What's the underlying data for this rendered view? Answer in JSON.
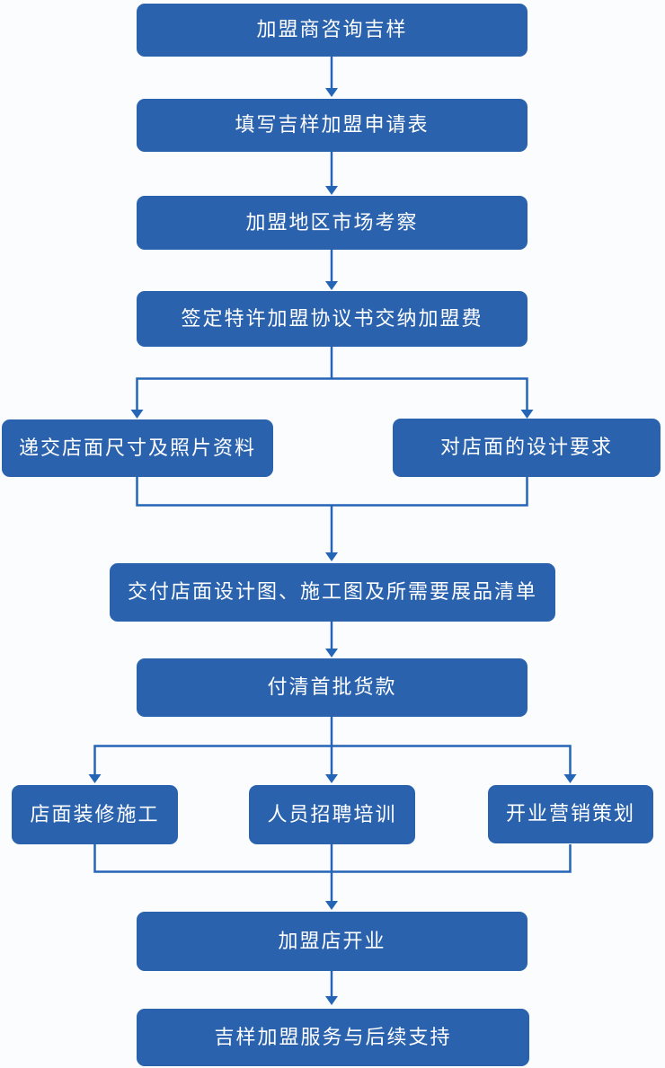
{
  "colors": {
    "node_fill": "#2a62ae",
    "connector": "#2565b5",
    "text": "#ffffff",
    "background": "#fbfcfe"
  },
  "flowchart": {
    "nodes": [
      {
        "id": "n1",
        "label": "加盟商咨询吉样"
      },
      {
        "id": "n2",
        "label": "填写吉样加盟申请表"
      },
      {
        "id": "n3",
        "label": "加盟地区市场考察"
      },
      {
        "id": "n4",
        "label": "签定特许加盟协议书交纳加盟费"
      },
      {
        "id": "n5a",
        "label": "递交店面尺寸及照片资料"
      },
      {
        "id": "n5b",
        "label": "对店面的设计要求"
      },
      {
        "id": "n6",
        "label": "交付店面设计图、施工图及所需要展品清单"
      },
      {
        "id": "n7",
        "label": "付清首批货款"
      },
      {
        "id": "n8a",
        "label": "店面装修施工"
      },
      {
        "id": "n8b",
        "label": "人员招聘培训"
      },
      {
        "id": "n8c",
        "label": "开业营销策划"
      },
      {
        "id": "n9",
        "label": "加盟店开业"
      },
      {
        "id": "n10",
        "label": "吉样加盟服务与后续支持"
      }
    ],
    "edges": [
      {
        "from": "n1",
        "to": "n2"
      },
      {
        "from": "n2",
        "to": "n3"
      },
      {
        "from": "n3",
        "to": "n4"
      },
      {
        "from": "n4",
        "to": "n5a"
      },
      {
        "from": "n4",
        "to": "n5b"
      },
      {
        "from": "n5a",
        "to": "n6"
      },
      {
        "from": "n5b",
        "to": "n6"
      },
      {
        "from": "n6",
        "to": "n7"
      },
      {
        "from": "n7",
        "to": "n8a"
      },
      {
        "from": "n7",
        "to": "n8b"
      },
      {
        "from": "n7",
        "to": "n8c"
      },
      {
        "from": "n8a",
        "to": "n9"
      },
      {
        "from": "n8b",
        "to": "n9"
      },
      {
        "from": "n8c",
        "to": "n9"
      },
      {
        "from": "n9",
        "to": "n10"
      }
    ]
  }
}
